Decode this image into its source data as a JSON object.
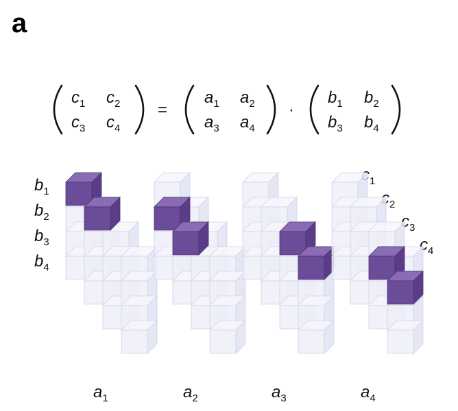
{
  "panel": {
    "label": "a"
  },
  "equation": {
    "lhs": [
      "c",
      "c",
      "c",
      "c"
    ],
    "lhs_subs": [
      "1",
      "2",
      "3",
      "4"
    ],
    "equals": "=",
    "a": [
      "a",
      "a",
      "a",
      "a"
    ],
    "a_subs": [
      "1",
      "2",
      "3",
      "4"
    ],
    "dot": "·",
    "b": [
      "b",
      "b",
      "b",
      "b"
    ],
    "b_subs": [
      "1",
      "2",
      "3",
      "4"
    ]
  },
  "left_labels": [
    {
      "sym": "b",
      "sub": "1"
    },
    {
      "sym": "b",
      "sub": "2"
    },
    {
      "sym": "b",
      "sub": "3"
    },
    {
      "sym": "b",
      "sub": "4"
    }
  ],
  "right_labels": [
    {
      "sym": "c",
      "sub": "1"
    },
    {
      "sym": "c",
      "sub": "2"
    },
    {
      "sym": "c",
      "sub": "3"
    },
    {
      "sym": "c",
      "sub": "4"
    }
  ],
  "bottom_labels": [
    {
      "sym": "a",
      "sub": "1"
    },
    {
      "sym": "a",
      "sub": "2"
    },
    {
      "sym": "a",
      "sub": "3"
    },
    {
      "sym": "a",
      "sub": "4"
    }
  ],
  "slices": [
    {
      "name": "a1",
      "highlighted": [
        [
          0,
          0
        ],
        [
          1,
          1
        ]
      ]
    },
    {
      "name": "a2",
      "highlighted": [
        [
          1,
          0
        ],
        [
          2,
          1
        ]
      ]
    },
    {
      "name": "a3",
      "highlighted": [
        [
          2,
          2
        ],
        [
          3,
          3
        ]
      ]
    },
    {
      "name": "a4",
      "highlighted": [
        [
          3,
          2
        ],
        [
          4,
          3
        ]
      ]
    }
  ],
  "colors": {
    "highlight_front": "#6b4c98",
    "highlight_side": "#5a3d86",
    "highlight_top": "#8a6cb4",
    "faint_front": "#eeeef8",
    "faint_side": "#e2e3f3",
    "faint_top": "#f6f6fc",
    "faint_edge": "#cfd2ea"
  }
}
